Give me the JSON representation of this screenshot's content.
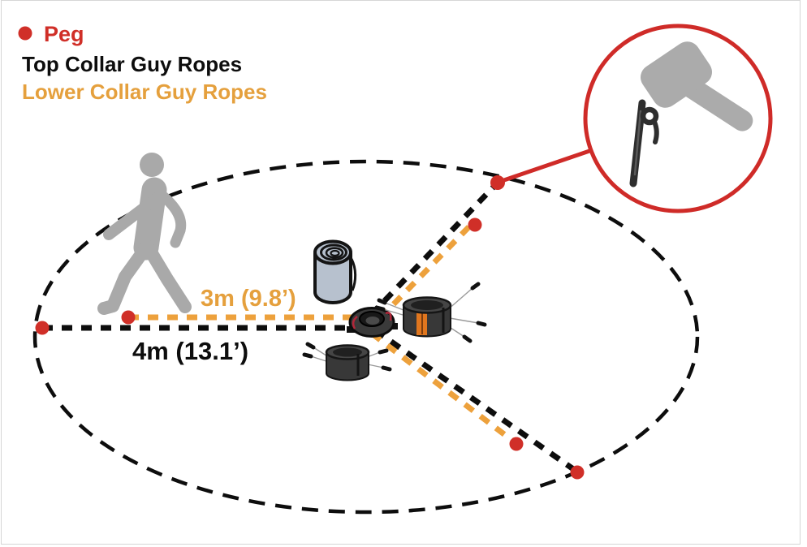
{
  "legend": {
    "items": [
      {
        "label": "Peg",
        "color": "#d02f28",
        "marker": "peg-dot-icon"
      },
      {
        "label": "Top Collar Guy Ropes",
        "color": "#0d0d0d",
        "marker": "black-dashed-line"
      },
      {
        "label": "Lower Collar Guy Ropes",
        "color": "#e5a03d",
        "marker": "orange-dashed-line"
      }
    ]
  },
  "measurements": {
    "lower_collar": {
      "label": "3m (9.8’)",
      "color": "#e5a03d"
    },
    "top_collar": {
      "label": "4m (13.1’)",
      "color": "#0d0d0d"
    }
  },
  "pegs": {
    "count": 6,
    "color": "#d02f28"
  },
  "colors": {
    "peg_red": "#d02f28",
    "top_collar_black": "#0d0d0d",
    "lower_collar_orange": "#eda13c",
    "inset_red": "#cf2b28",
    "figure_gray": "#a9a9a9",
    "mat_fill": "#b7c1ce",
    "frame_gray": "#d6d6d6"
  },
  "icons": [
    "peg-dot-icon",
    "walking-person-icon",
    "sleeping-mat-roll-icon",
    "pole-collar-top-icon",
    "collar-clamp-icon",
    "mallet-icon",
    "tent-peg-icon"
  ]
}
